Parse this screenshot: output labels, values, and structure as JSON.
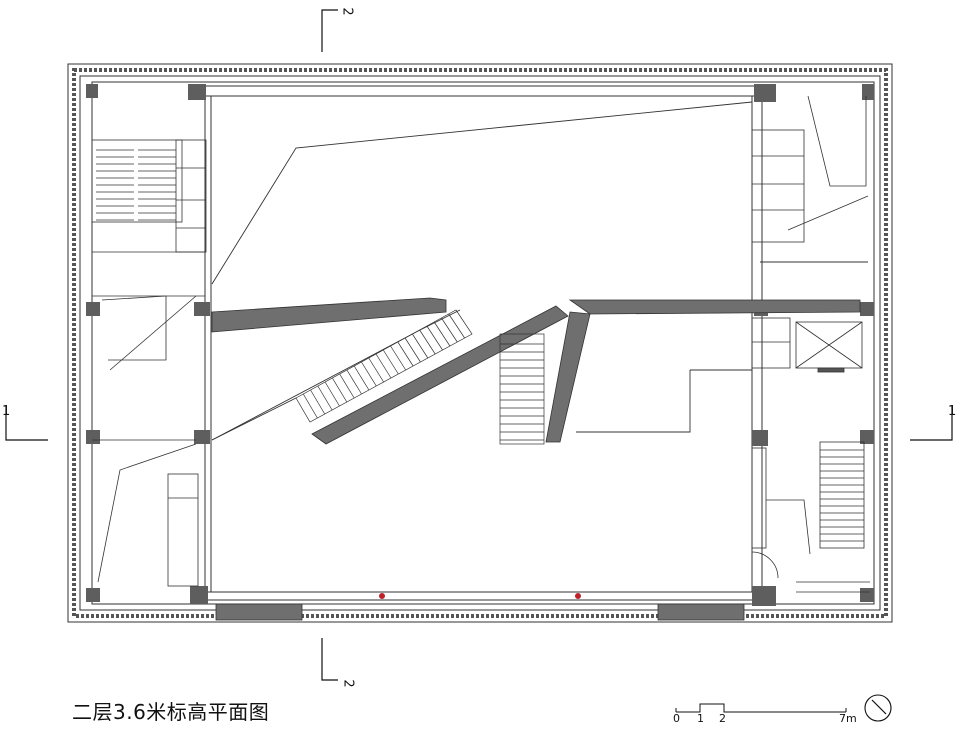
{
  "drawing": {
    "title": "二层3.6米标高平面图",
    "section_marks": {
      "vertical": "2",
      "horizontal": "1"
    },
    "scale_bar": {
      "labels": [
        "0",
        "1",
        "2",
        "7m"
      ]
    },
    "colors": {
      "line": "#333333",
      "wall_fill": "#6f6f6f",
      "column_fill": "#5e5e5e",
      "accent_point": "#c0202a",
      "background": "#ffffff"
    },
    "icons": [
      "north-arrow-icon"
    ]
  }
}
